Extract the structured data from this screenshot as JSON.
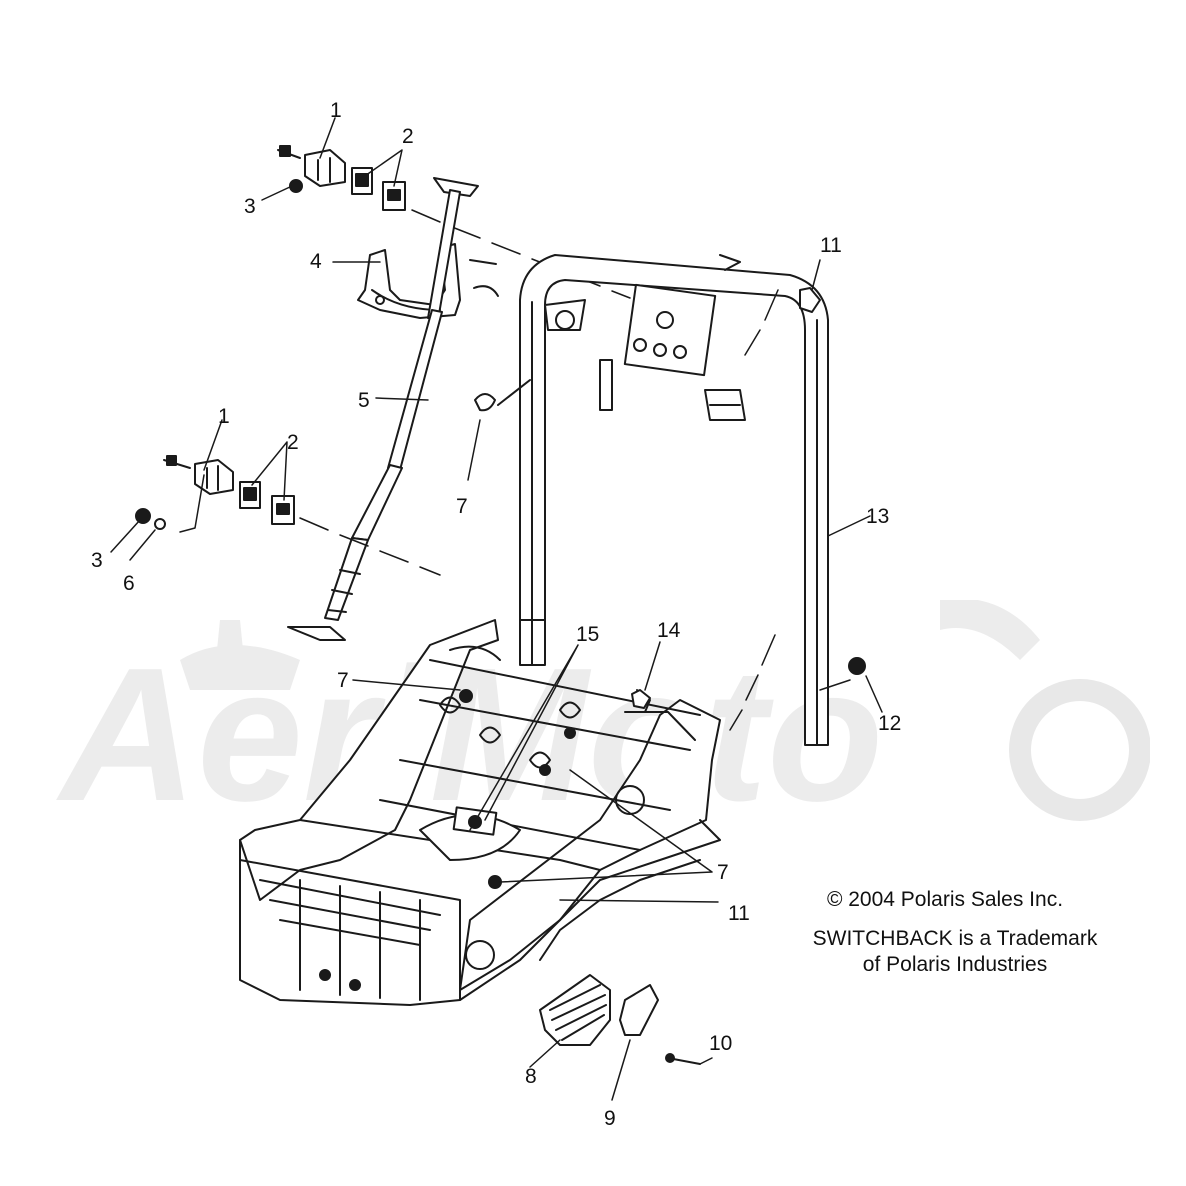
{
  "watermark": {
    "text": "AeriMoto"
  },
  "callouts": [
    "1",
    "2",
    "3",
    "4",
    "5",
    "7",
    "1",
    "2",
    "3",
    "6",
    "11",
    "13",
    "15",
    "14",
    "7",
    "12",
    "7",
    "11",
    "8",
    "9",
    "10"
  ],
  "copyright": {
    "line1": "© 2004 Polaris Sales Inc.",
    "line2": "SWITCHBACK is a Trademark",
    "line3": "of Polaris Industries"
  },
  "colors": {
    "line": "#1a1a1a",
    "watermark": "#e6e6e6"
  }
}
